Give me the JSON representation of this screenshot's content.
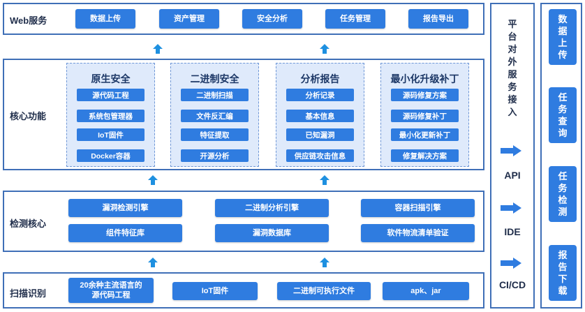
{
  "web": {
    "label": "Web服务",
    "buttons": [
      "数据上传",
      "资产管理",
      "安全分析",
      "任务管理",
      "报告导出"
    ]
  },
  "core": {
    "label": "核心功能",
    "panels": [
      {
        "title": "原生安全",
        "items": [
          "源代码工程",
          "系统包管理器",
          "IoT固件",
          "Docker容器"
        ]
      },
      {
        "title": "二进制安全",
        "items": [
          "二进制扫描",
          "文件反汇编",
          "特征提取",
          "开源分析"
        ]
      },
      {
        "title": "分析报告",
        "items": [
          "分析记录",
          "基本信息",
          "已知漏洞",
          "供应链攻击信息"
        ]
      },
      {
        "title": "最小化升级补丁",
        "items": [
          "源码修复方案",
          "源码修复补丁",
          "最小化更新补丁",
          "修复解决方案"
        ]
      }
    ]
  },
  "detect": {
    "label": "检测核心",
    "buttons": [
      "漏洞检测引擎",
      "二进制分析引擎",
      "容器扫描引擎",
      "组件特征库",
      "漏洞数据库",
      "软件物流清单验证"
    ]
  },
  "scan": {
    "label": "扫描识别",
    "buttons": [
      "20余种主流语言的\n源代码工程",
      "IoT固件",
      "二进制可执行文件",
      "apk、jar"
    ]
  },
  "access": {
    "title": "平台对外服务接入",
    "protocols": [
      "API",
      "IDE",
      "CI/CD"
    ]
  },
  "side": {
    "buttons": [
      "数据上传",
      "任务查询",
      "任务检测",
      "报告下载"
    ]
  },
  "colors": {
    "accent": "#2f7ce0",
    "border": "#3f6fb7",
    "panel": "#dfeafb",
    "arrow": "#1e90e0"
  }
}
